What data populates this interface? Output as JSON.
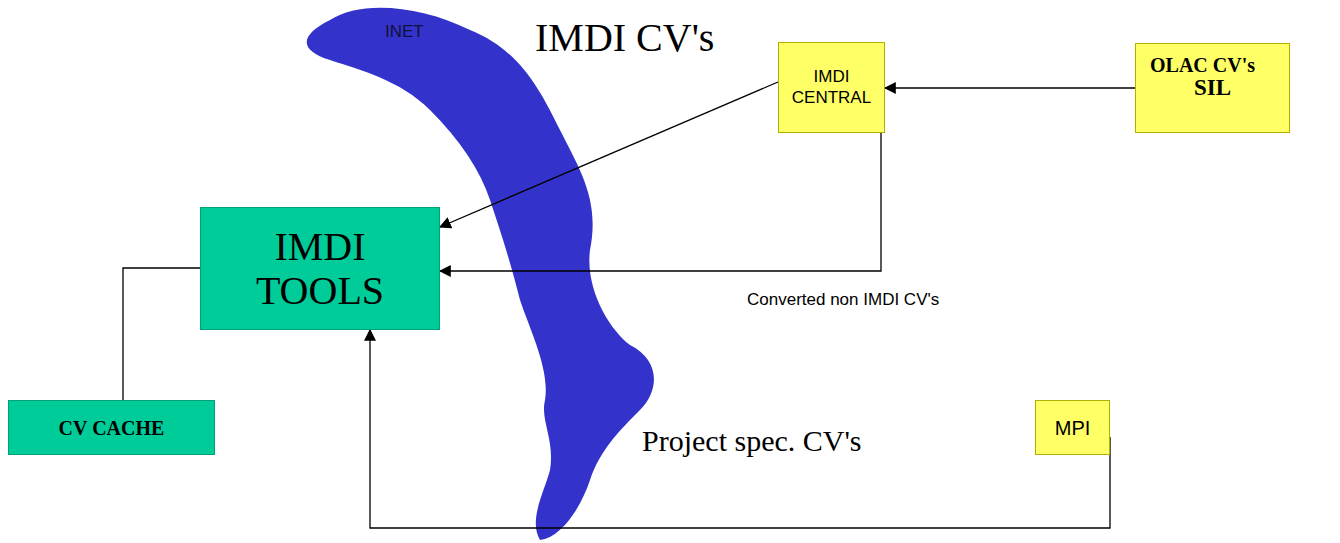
{
  "diagram": {
    "nodes": [
      {
        "text": [
          "INET"
        ]
      },
      {
        "text": [
          "IMDI CENTRAL"
        ]
      },
      {
        "text": [
          "SIL"
        ]
      },
      {
        "text": [
          "IMDI TOOLS"
        ]
      },
      {
        "text": [
          "CV CACHE"
        ]
      },
      {
        "text": [
          "MPI"
        ]
      }
    ],
    "edges": [
      {
        "from": 2,
        "to": 1,
        "arrow": "to"
      },
      {
        "from": 1,
        "to": 3,
        "arrow": "to"
      },
      {
        "from": 1,
        "to": 3,
        "label": "Converted non IMDI CV's",
        "arrow": "to"
      },
      {
        "from": 5,
        "to": 3,
        "label": "Project spec. CV's",
        "arrow": "to"
      },
      {
        "from": 4,
        "to": 3,
        "arrow": "none"
      }
    ],
    "labels": [
      "IMDI CV's",
      "OLAC CV's"
    ]
  }
}
